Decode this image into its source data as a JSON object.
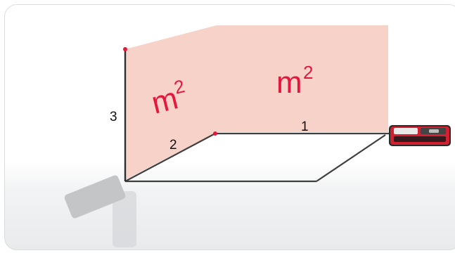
{
  "diagram": {
    "wall_area_unit": "m",
    "wall_area_power": "2",
    "dimension_labels": {
      "height": "3",
      "depth": "2",
      "width": "1"
    }
  },
  "colors": {
    "wall_fill": "#f7d2c9",
    "accent_red": "#e5173c",
    "line": "#3a3a3a",
    "device_body": "#d1202f",
    "phantom_device": "#c9cbcd"
  },
  "icons": {
    "laser_device": "laser-distance-meter-icon",
    "ghost_device": "ghost-device-icon"
  }
}
